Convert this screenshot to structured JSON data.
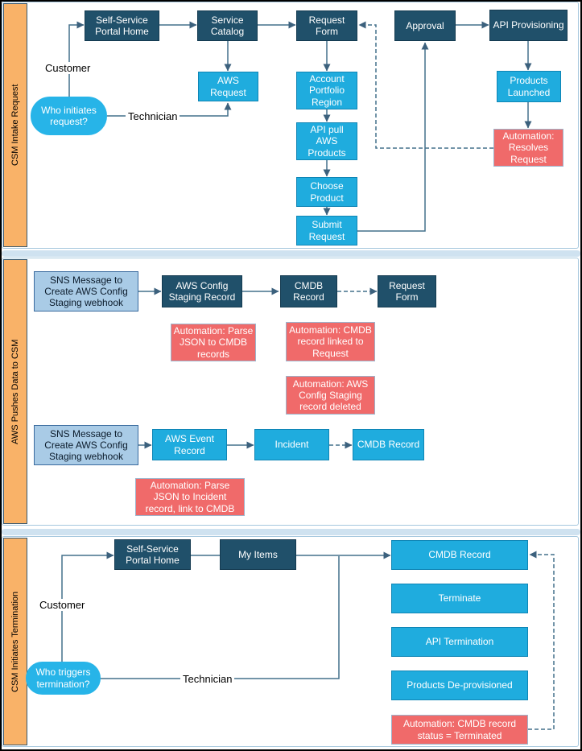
{
  "lanes": [
    {
      "label": "CSM Intake Request"
    },
    {
      "label": "AWS Pushes Data to CSM"
    },
    {
      "label": "CSM Initiates Termination"
    }
  ],
  "nodes": {
    "portal_home_1": {
      "label": "Self-Service Portal Home",
      "type": "step"
    },
    "service_catalog": {
      "label": "Service Catalog",
      "type": "step"
    },
    "request_form_1": {
      "label": "Request Form",
      "type": "step"
    },
    "approval": {
      "label": "Approval",
      "type": "step"
    },
    "api_provisioning": {
      "label": "API Provisioning",
      "type": "step"
    },
    "aws_request": {
      "label": "AWS Request",
      "type": "system"
    },
    "account_portfolio_region": {
      "label": "Account Portfolio Region",
      "type": "system"
    },
    "api_pull_aws_products": {
      "label": "API pull AWS Products",
      "type": "system"
    },
    "choose_product": {
      "label": "Choose Product",
      "type": "system"
    },
    "submit_request": {
      "label": "Submit Request",
      "type": "system"
    },
    "products_launched": {
      "label": "Products Launched",
      "type": "system"
    },
    "automation_resolves": {
      "label": "Automation: Resolves Request",
      "type": "automation"
    },
    "who_initiates": {
      "label": "Who initiates request?",
      "type": "decision"
    },
    "sns_webhook_1": {
      "label": "SNS Message to Create AWS Config Staging webhook",
      "type": "input"
    },
    "aws_config_staging_record": {
      "label": "AWS Config Staging Record",
      "type": "step"
    },
    "cmdb_record_1": {
      "label": "CMDB Record",
      "type": "step"
    },
    "request_form_2": {
      "label": "Request Form",
      "type": "step"
    },
    "automation_parse_cmdb": {
      "label": "Automation: Parse JSON to CMDB records",
      "type": "automation"
    },
    "automation_cmdb_linked": {
      "label": "Automation: CMDB record linked to Request",
      "type": "automation"
    },
    "automation_staging_deleted": {
      "label": "Automation: AWS Config Staging record deleted",
      "type": "automation"
    },
    "sns_webhook_2": {
      "label": "SNS Message to Create AWS Config Staging webhook",
      "type": "input"
    },
    "aws_event_record": {
      "label": "AWS Event Record",
      "type": "system"
    },
    "incident": {
      "label": "Incident",
      "type": "system"
    },
    "cmdb_record_2": {
      "label": "CMDB Record",
      "type": "system"
    },
    "automation_parse_incident": {
      "label": "Automation: Parse JSON to Incident record, link to CMDB",
      "type": "automation"
    },
    "portal_home_2": {
      "label": "Self-Service Portal Home",
      "type": "step"
    },
    "my_items": {
      "label": "My Items",
      "type": "step"
    },
    "cmdb_record_3": {
      "label": "CMDB Record",
      "type": "system"
    },
    "terminate": {
      "label": "Terminate",
      "type": "system"
    },
    "api_termination": {
      "label": "API Termination",
      "type": "system"
    },
    "products_deprovisioned": {
      "label": "Products De-provisioned",
      "type": "system"
    },
    "automation_terminated": {
      "label": "Automation: CMDB record status = Terminated",
      "type": "automation"
    },
    "who_triggers": {
      "label": "Who triggers termination?",
      "type": "decision"
    }
  },
  "labels": {
    "customer_1": "Customer",
    "technician_1": "Technician",
    "customer_2": "Customer",
    "technician_2": "Technician"
  },
  "colors": {
    "step_fill": "#20506A",
    "system_fill": "#1FACDE",
    "automation_fill": "#F06A6A",
    "input_fill": "#A9CBE6",
    "decision_fill": "#27B4E8",
    "lane_bar_fill": "#F9B268",
    "lane_border": "#A6C8DE",
    "divider_fill": "#CFE2F0",
    "connector": "#44708C",
    "text_on_fill": "#FFFFFF",
    "text_plain": "#000000"
  },
  "edges": [
    {
      "from": "who_initiates",
      "to": "portal_home_1",
      "via_label": "Customer",
      "style": "solid"
    },
    {
      "from": "who_initiates",
      "to": "aws_request",
      "via_label": "Technician",
      "style": "solid"
    },
    {
      "from": "portal_home_1",
      "to": "service_catalog",
      "style": "solid"
    },
    {
      "from": "service_catalog",
      "to": "request_form_1",
      "style": "solid"
    },
    {
      "from": "service_catalog",
      "to": "aws_request",
      "style": "solid"
    },
    {
      "from": "request_form_1",
      "to": "account_portfolio_region",
      "style": "solid"
    },
    {
      "from": "account_portfolio_region",
      "to": "api_pull_aws_products",
      "style": "solid"
    },
    {
      "from": "api_pull_aws_products",
      "to": "choose_product",
      "style": "solid"
    },
    {
      "from": "choose_product",
      "to": "submit_request",
      "style": "solid"
    },
    {
      "from": "submit_request",
      "to": "approval",
      "style": "solid"
    },
    {
      "from": "approval",
      "to": "api_provisioning",
      "style": "solid"
    },
    {
      "from": "api_provisioning",
      "to": "products_launched",
      "style": "solid"
    },
    {
      "from": "products_launched",
      "to": "automation_resolves",
      "style": "solid"
    },
    {
      "from": "automation_resolves",
      "to": "request_form_1",
      "style": "dashed"
    },
    {
      "from": "sns_webhook_1",
      "to": "aws_config_staging_record",
      "style": "solid"
    },
    {
      "from": "aws_config_staging_record",
      "to": "cmdb_record_1",
      "style": "solid"
    },
    {
      "from": "cmdb_record_1",
      "to": "request_form_2",
      "style": "dashed"
    },
    {
      "from": "sns_webhook_2",
      "to": "aws_event_record",
      "style": "solid"
    },
    {
      "from": "aws_event_record",
      "to": "incident",
      "style": "solid"
    },
    {
      "from": "incident",
      "to": "cmdb_record_2",
      "style": "dashed"
    },
    {
      "from": "who_triggers",
      "to": "portal_home_2",
      "via_label": "Customer",
      "style": "solid"
    },
    {
      "from": "who_triggers",
      "to": "cmdb_record_3",
      "via_label": "Technician",
      "style": "solid"
    },
    {
      "from": "portal_home_2",
      "to": "my_items",
      "style": "solid"
    },
    {
      "from": "my_items",
      "to": "cmdb_record_3",
      "style": "solid"
    },
    {
      "from": "automation_terminated",
      "to": "cmdb_record_3",
      "style": "dashed"
    }
  ]
}
